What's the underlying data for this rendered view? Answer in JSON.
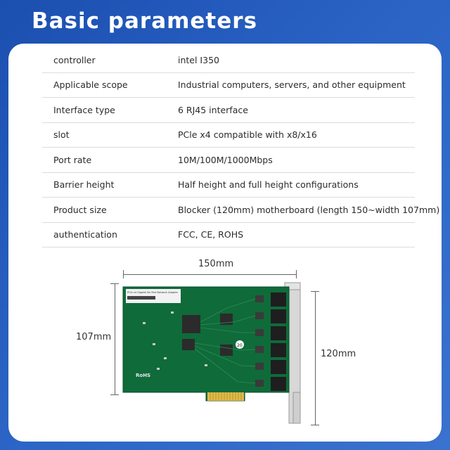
{
  "header": {
    "title": "Basic parameters"
  },
  "params": [
    {
      "label": "controller",
      "value": "intel I350"
    },
    {
      "label": "Applicable scope",
      "value": "Industrial computers, servers, and other equipment"
    },
    {
      "label": "Interface type",
      "value": "6 RJ45 interface"
    },
    {
      "label": "slot",
      "value": "PCle x4 compatible with x8/x16"
    },
    {
      "label": "Port rate",
      "value": "10M/100M/1000Mbps"
    },
    {
      "label": "Barrier height",
      "value": "Half height and full height configurations"
    },
    {
      "label": "Product size",
      "value": "Blocker (120mm) motherboard (length 150~width 107mm)"
    },
    {
      "label": "authentication",
      "value": "FCC, CE, ROHS"
    }
  ],
  "dimensions": {
    "length": "150mm",
    "width": "107mm",
    "height": "120mm"
  },
  "board": {
    "sticker": "PCIe x4 Gigabit Six Port Network Adapter",
    "marking": "RoHS",
    "badge": "20"
  },
  "colors": {
    "background": "#2a63c4",
    "pcb": "#0f6b3a"
  }
}
